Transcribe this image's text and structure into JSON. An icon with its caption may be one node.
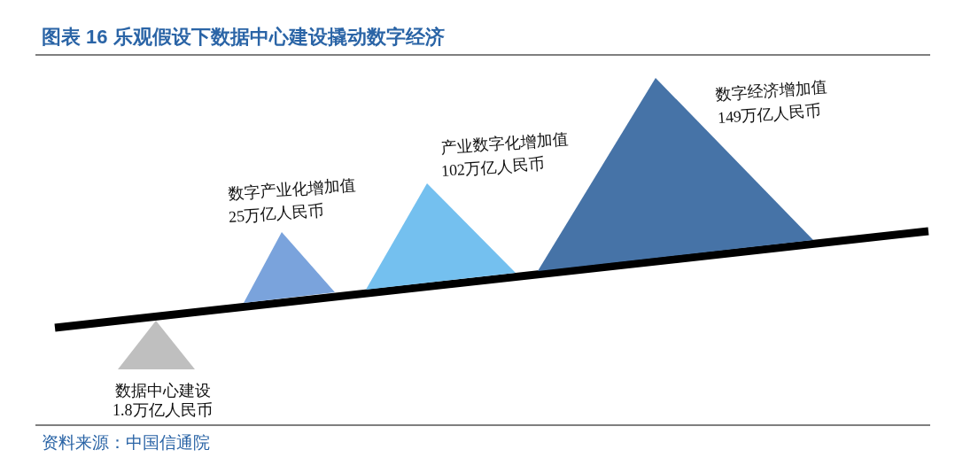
{
  "diagram": {
    "title": "图表 16 乐观假设下数据中心建设撬动数字经济",
    "caption": "资料来源：中国信通院",
    "nodes": [
      {
        "text": [
          "数据中心建设",
          "1.8万亿人民币"
        ]
      },
      {
        "text": [
          "数字产业化增加值",
          "25万亿人民币"
        ]
      },
      {
        "text": [
          "产业数字化增加值",
          "102万亿人民币"
        ]
      },
      {
        "text": [
          "数字经济增加值",
          "149万亿人民币"
        ]
      }
    ]
  }
}
